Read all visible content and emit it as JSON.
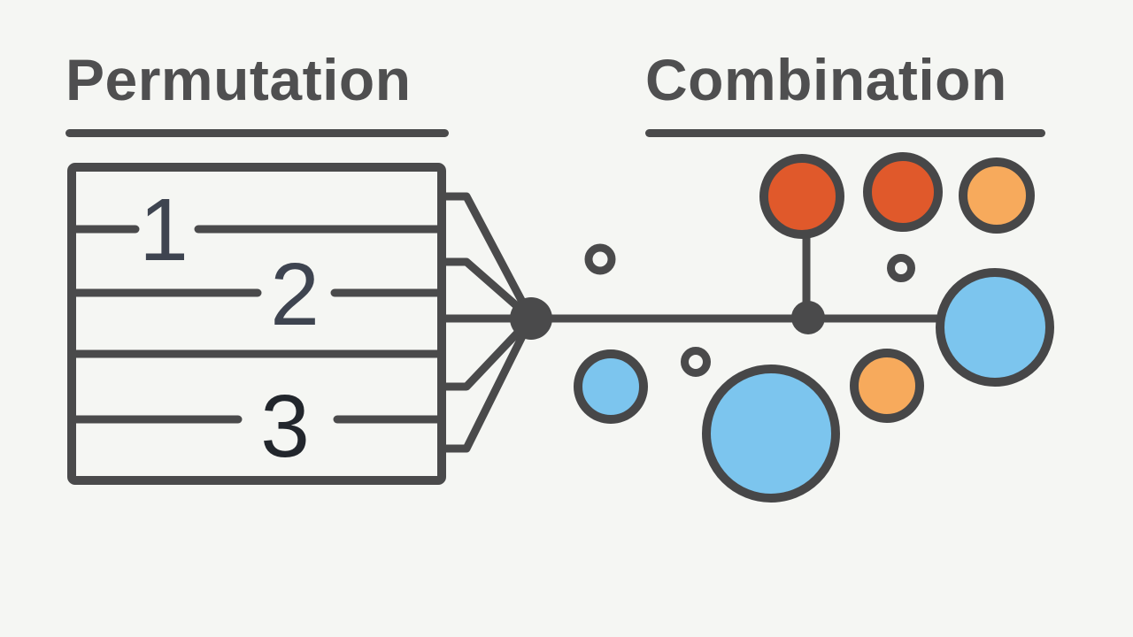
{
  "permutation": {
    "title": "Permutation",
    "items": [
      "1",
      "2",
      "3"
    ]
  },
  "combination": {
    "title": "Combination"
  },
  "colors": {
    "background": "#f5f6f3",
    "line_dark": "#4a4a4b",
    "title_text": "#4f4f50",
    "box_blue_fill": "#85caf0",
    "circle_blue_fill": "#7cc5ee",
    "orange_dark_fill": "#e0592b",
    "orange_light_fill": "#f7aa5c",
    "digit_color": "#3e4450",
    "digit_dark_color": "#22262c",
    "ring_fill": "#f5f6f3"
  }
}
